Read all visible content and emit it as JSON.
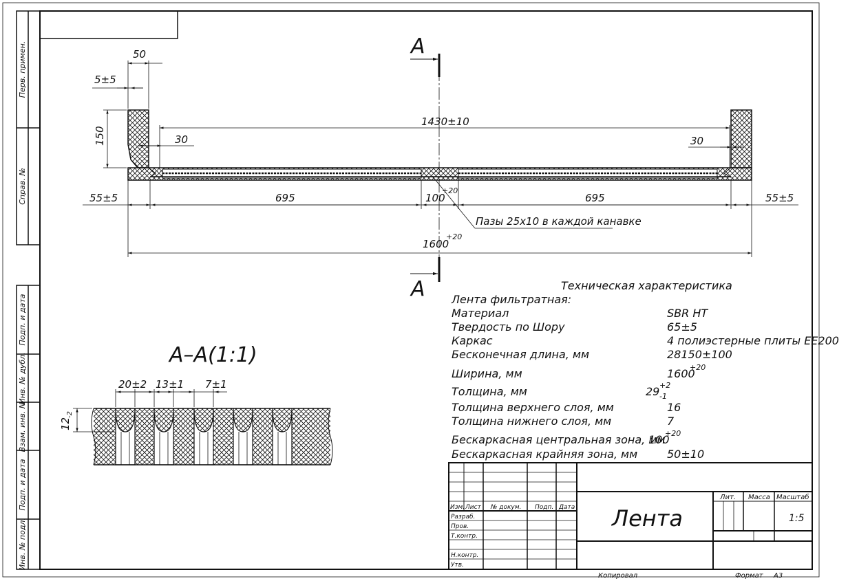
{
  "sheet": {
    "side_labels": [
      "Перв. примен.",
      "Справ. №",
      "Подп. и дата",
      "Инв. № дубл.",
      "Взам. инв. №",
      "Подп. и дата",
      "Инв. № подл."
    ]
  },
  "drawing": {
    "section_marks": [
      "A",
      "A"
    ],
    "dims": {
      "d_50": "50",
      "d_5_5": "5±5",
      "d_150": "150",
      "d_1430": "1430±10",
      "d_30_left": "30",
      "d_30_right": "30",
      "d_55_left": "55±5",
      "d_55_right": "55±5",
      "d_695_left": "695",
      "d_695_right": "695",
      "d_100": "100",
      "d_100_tol": "+20",
      "d_1600": "1600",
      "d_1600_tol": "+20"
    },
    "leader_note": "Пазы 25х10 в каждой канавке"
  },
  "section": {
    "title": "А–А(1:1)",
    "dims": {
      "d_20": "20±2",
      "d_13": "13±1",
      "d_7": "7±1",
      "d_12": "12",
      "d_12_tol": "-2"
    }
  },
  "specs": {
    "title": "Техническая характеристика",
    "subtitle": "Лента фильтратная:",
    "rows": [
      {
        "label": "Материал",
        "value": "SBR HT"
      },
      {
        "label": "Твердость по Шору",
        "value": "65±5"
      },
      {
        "label": "Каркас",
        "value": "4 полиэстерные плиты EE200"
      },
      {
        "label": "Бесконечная длина, мм",
        "value": "28150±100"
      },
      {
        "label": "Ширина, мм",
        "value": "1600",
        "sup": "+20"
      },
      {
        "label": "Толщина, мм",
        "value": "29",
        "sup": "+2",
        "sub": "-1"
      },
      {
        "label": "Толщина верхнего слоя, мм",
        "value": "16"
      },
      {
        "label": "Толщина нижнего слоя, мм",
        "value": "7"
      },
      {
        "label": "Бескаркасная центральная зона, мм",
        "value": "100",
        "sup": "+20"
      },
      {
        "label": "Бескаркасная крайняя зона, мм",
        "value": "50±10"
      }
    ]
  },
  "title_block": {
    "name": "Лента",
    "col_headers": [
      "Изм.",
      "Лист",
      "№ докум.",
      "Подп.",
      "Дата"
    ],
    "rows": [
      "Разраб.",
      "Пров.",
      "Т.контр.",
      "Н.контр.",
      "Утв."
    ],
    "lit": "Лит.",
    "mass": "Масса",
    "scale_label": "Масштаб",
    "scale": "1:5",
    "copied": "Копировал",
    "format_label": "Формат",
    "format": "А3"
  }
}
